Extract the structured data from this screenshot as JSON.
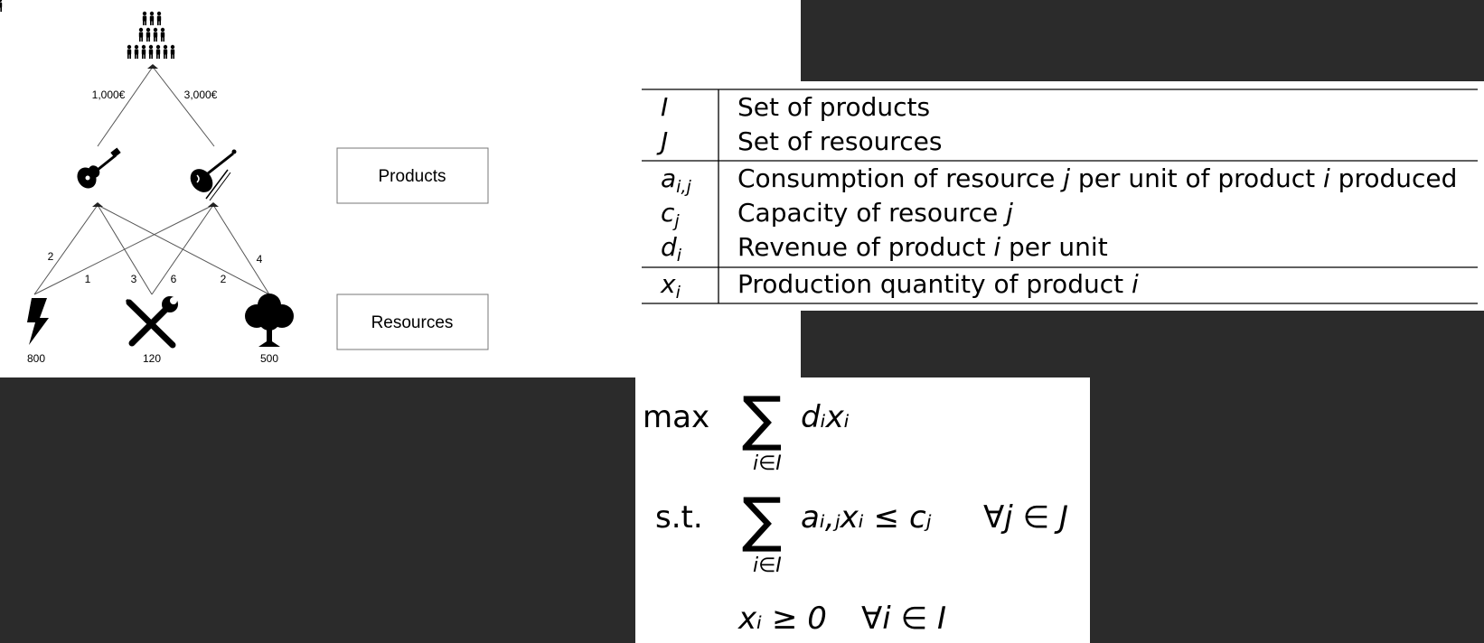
{
  "diagram": {
    "prices": [
      "1,000€",
      "3,000€"
    ],
    "consumption_labels": [
      "2",
      "1",
      "3",
      "6",
      "2",
      "4"
    ],
    "capacities": [
      "800",
      "120",
      "500"
    ],
    "products_label": "Products",
    "resources_label": "Resources",
    "icons": [
      "people-icon",
      "guitar-icon",
      "violin-icon",
      "lightning-icon",
      "tools-icon",
      "tree-icon"
    ]
  },
  "table": {
    "rows": [
      {
        "symbol": "I",
        "description": "Set of products"
      },
      {
        "symbol": "J",
        "description": "Set of resources"
      },
      {
        "symbol": "a",
        "subscript": "i,j",
        "description_parts": [
          "Consumption of resource ",
          "j",
          " per unit of product ",
          "i",
          " produced"
        ]
      },
      {
        "symbol": "c",
        "subscript": "j",
        "description_parts": [
          "Capacity of resource ",
          "j"
        ]
      },
      {
        "symbol": "d",
        "subscript": "i",
        "description_parts": [
          "Revenue of product ",
          "i",
          " per unit"
        ]
      },
      {
        "symbol": "x",
        "subscript": "i",
        "description_parts": [
          "Production quantity of product ",
          "i"
        ]
      }
    ]
  },
  "lp": {
    "max_label": "max",
    "st_label": "s.t.",
    "sum_symbol": "∑",
    "sum_index": "i∈I",
    "objective": "dᵢxᵢ",
    "constraint_lhs": "aᵢ,ⱼxᵢ ≤ cⱼ",
    "constraint_quant": "∀j ∈ J",
    "nonneg": "xᵢ ≥ 0",
    "nonneg_quant": "∀i ∈ I"
  }
}
